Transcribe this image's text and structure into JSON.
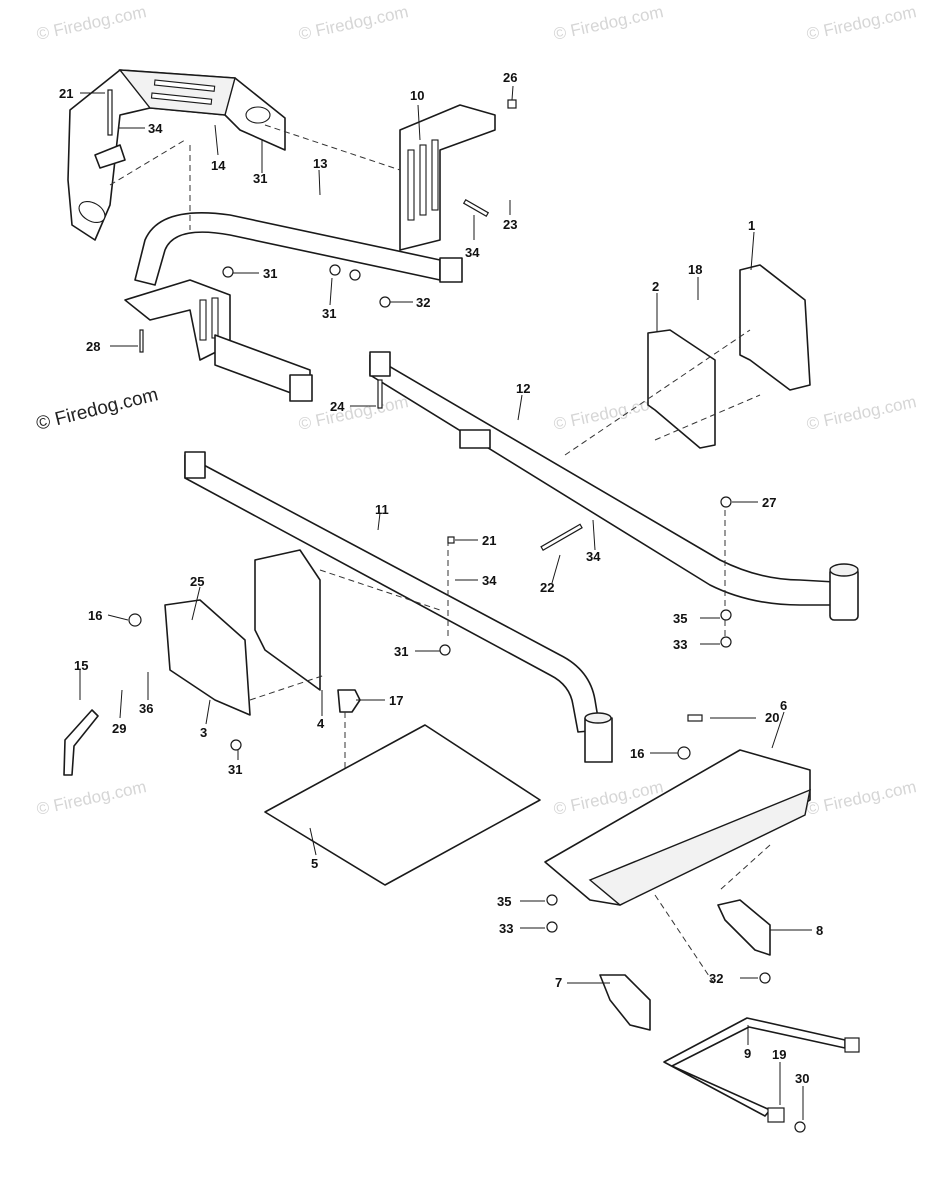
{
  "watermark": {
    "brand": "© Firedog.com",
    "main": "© Firedog.com"
  },
  "callouts": {
    "c1": "1",
    "c2": "2",
    "c3": "3",
    "c4": "4",
    "c5": "5",
    "c6": "6",
    "c7": "7",
    "c8": "8",
    "c9": "9",
    "c10": "10",
    "c11": "11",
    "c12": "12",
    "c13": "13",
    "c14": "14",
    "c15": "15",
    "c16a": "16",
    "c16b": "16",
    "c17": "17",
    "c18": "18",
    "c19": "19",
    "c20": "20",
    "c21a": "21",
    "c21b": "21",
    "c22": "22",
    "c23": "23",
    "c24": "24",
    "c25": "25",
    "c26": "26",
    "c27": "27",
    "c28": "28",
    "c29": "29",
    "c30": "30",
    "c31a": "31",
    "c31b": "31",
    "c31c": "31",
    "c31d": "31",
    "c31e": "31",
    "c32a": "32",
    "c32b": "32",
    "c33a": "33",
    "c33b": "33",
    "c34a": "34",
    "c34b": "34",
    "c34c": "34",
    "c34d": "34",
    "c35a": "35",
    "c35b": "35",
    "c36": "36"
  }
}
